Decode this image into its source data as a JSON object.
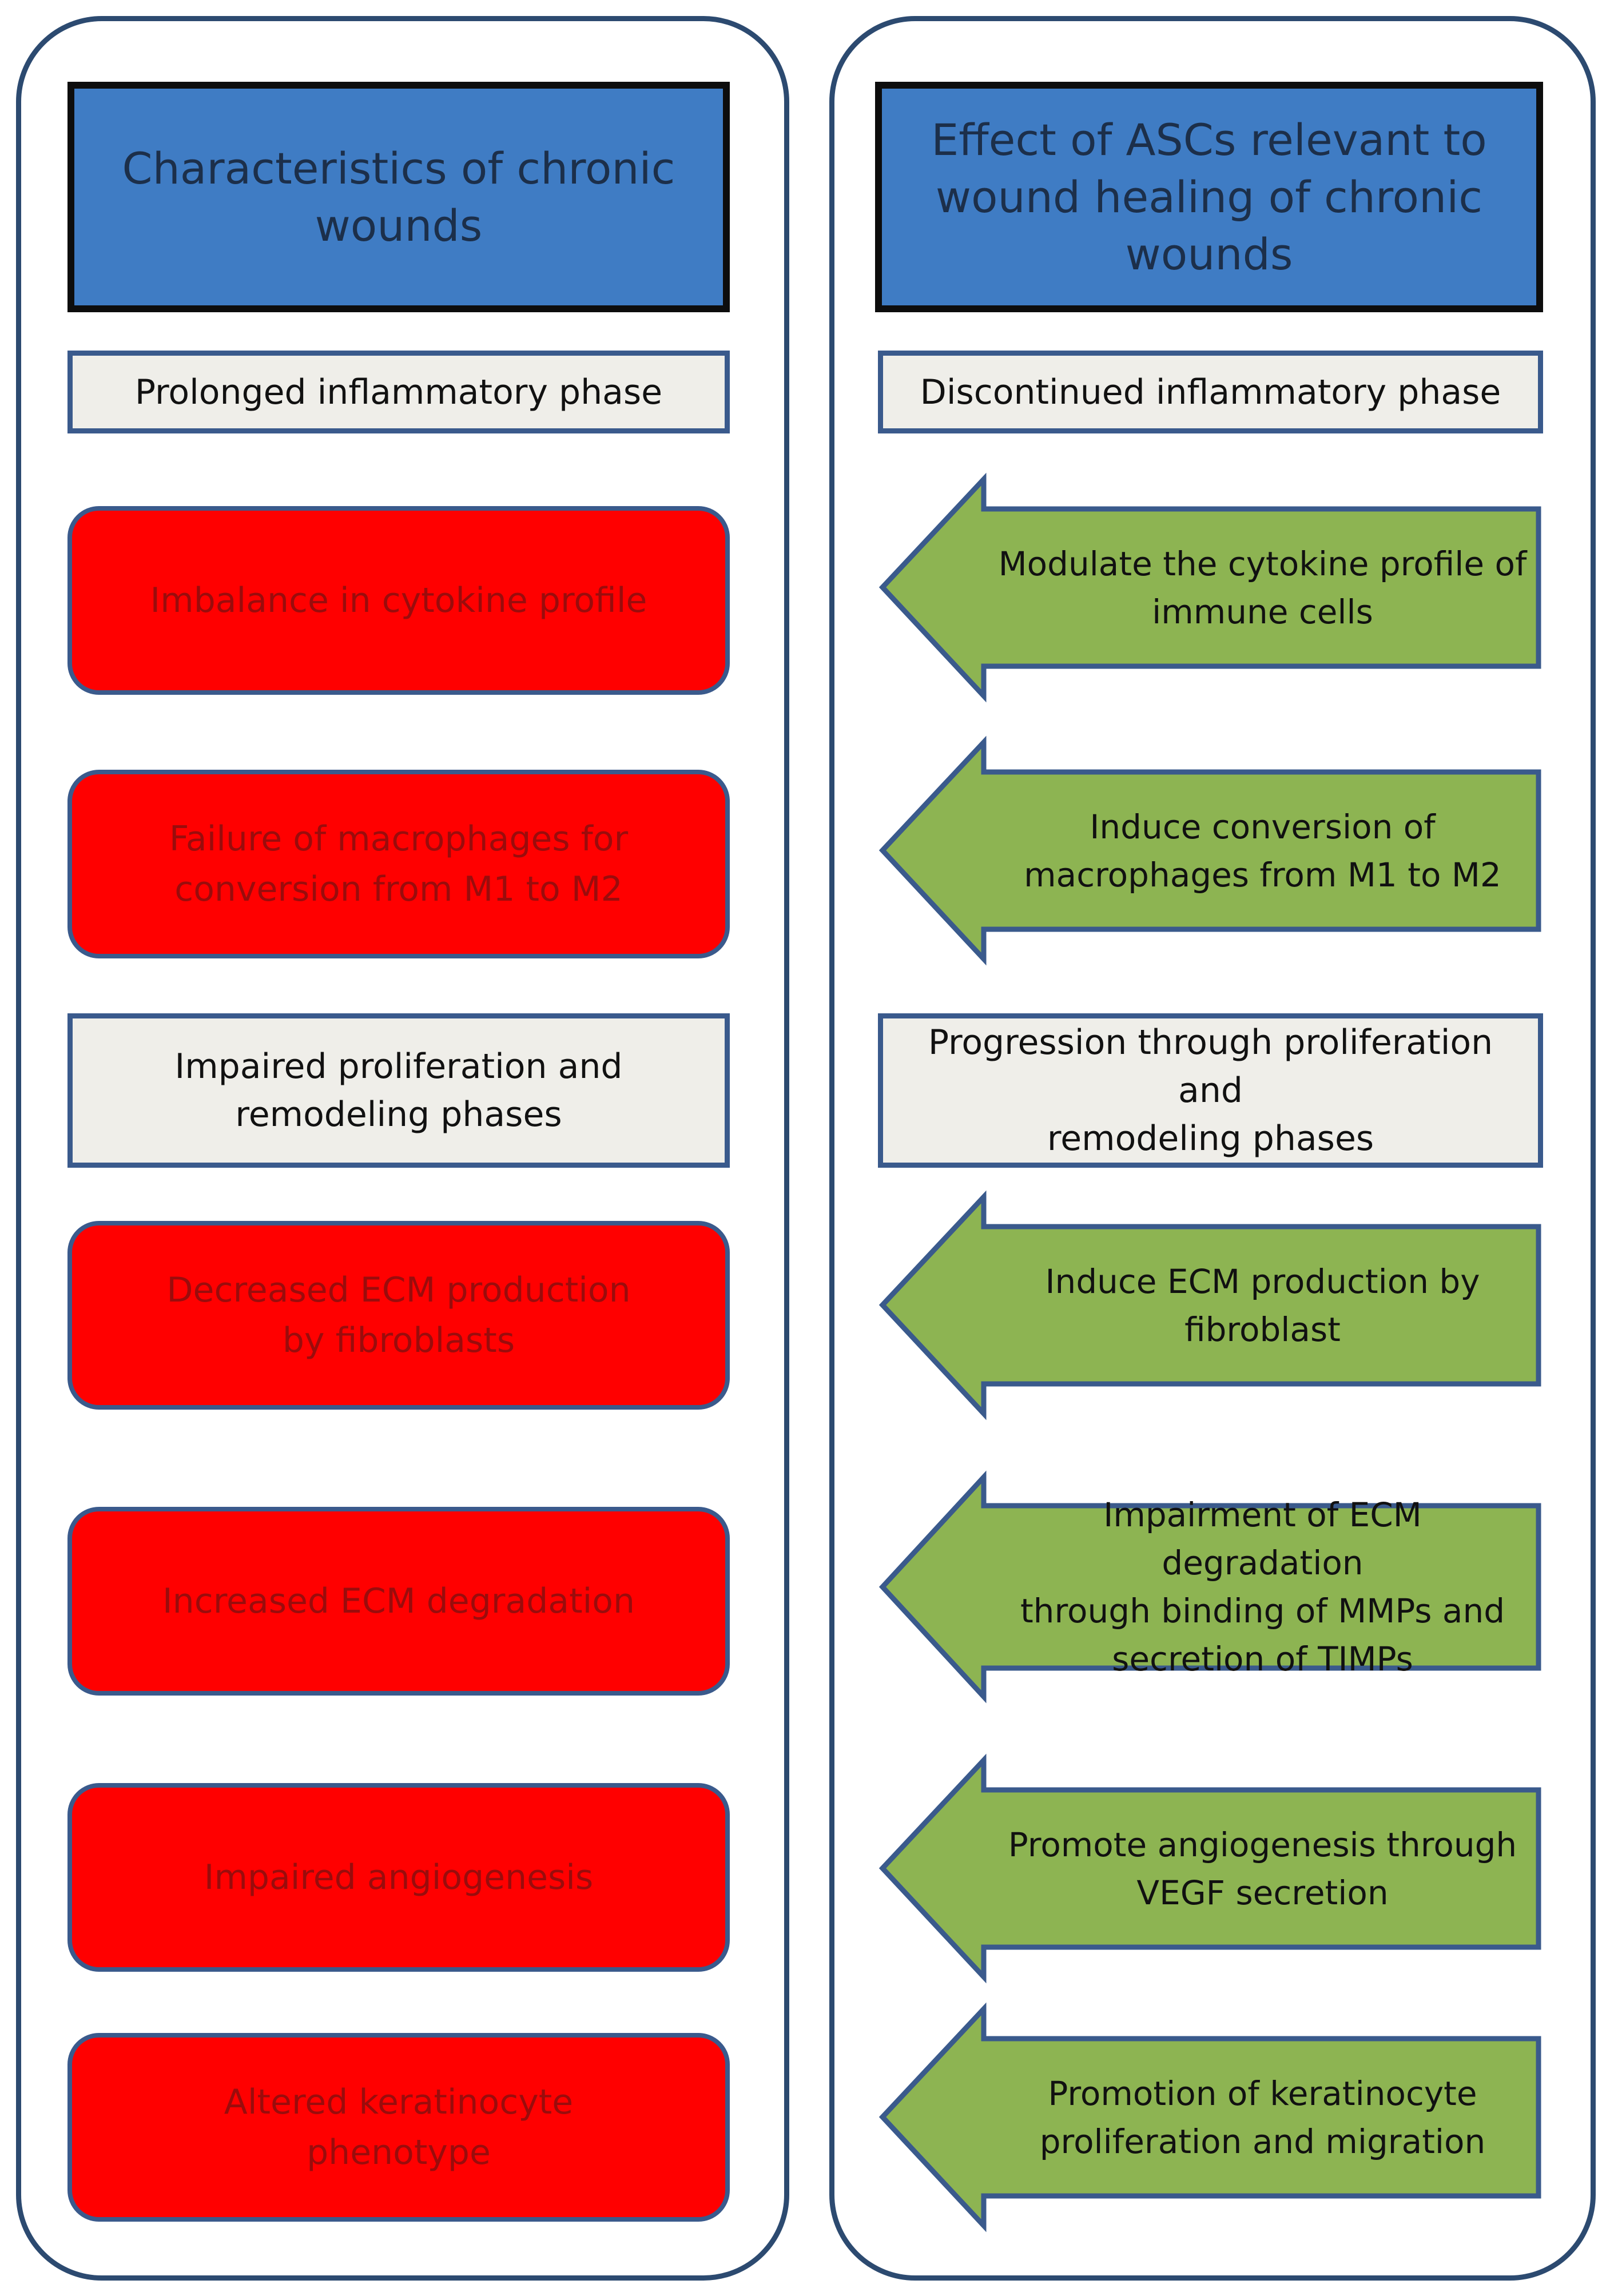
{
  "left": {
    "header": "Characteristics of chronic\nwounds",
    "phase1": "Prolonged inflammatory phase",
    "items1": [
      "Imbalance in cytokine profile",
      "Failure of macrophages for\nconversion from M1 to M2"
    ],
    "phase2": "Impaired proliferation and\nremodeling phases",
    "items2": [
      "Decreased ECM production\nby fibroblasts",
      "Increased ECM degradation",
      "Impaired angiogenesis",
      "Altered keratinocyte\nphenotype"
    ]
  },
  "right": {
    "header": "Effect of ASCs relevant to\nwound healing of chronic\nwounds",
    "phase1": "Discontinued inflammatory phase",
    "items1": [
      "Modulate the cytokine profile of\nimmune cells",
      "Induce conversion of\nmacrophages from M1 to M2"
    ],
    "phase2": "Progression through proliferation and\nremodeling phases",
    "items2": [
      "Induce ECM production  by\nfibroblast",
      "Impairment  of ECM degradation\nthrough binding of MMPs and\nsecretion of TIMPs",
      "Promote  angiogenesis through\nVEGF secretion",
      "Promotion  of keratinocyte\nproliferation and migration"
    ]
  },
  "colors": {
    "header": "#3f7cc4",
    "problem": "#ff0000",
    "effect": "#8db452",
    "phase": "#efeee9",
    "outline": "#3a5a8c"
  }
}
